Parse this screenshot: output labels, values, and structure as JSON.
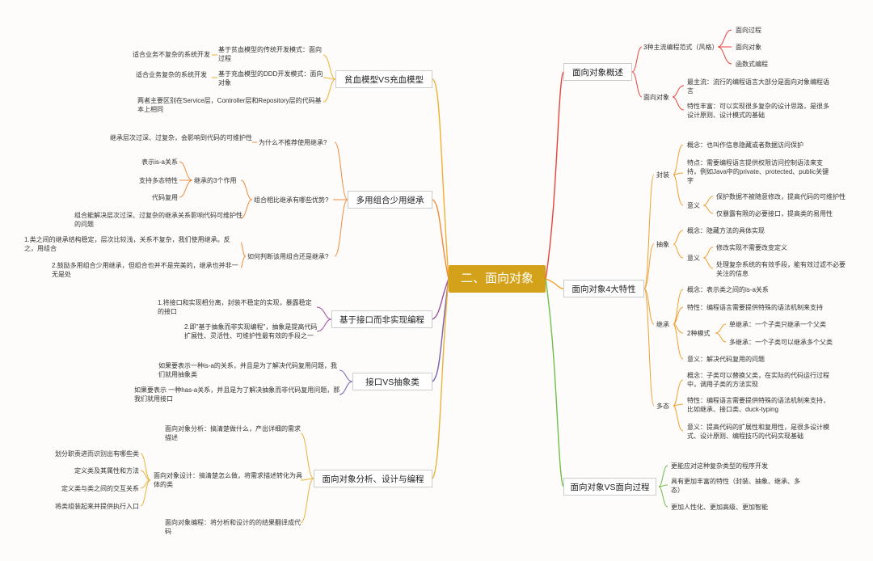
{
  "center": "二、面向对象",
  "left": {
    "anemic": {
      "title": "贫血模型VS充血模型",
      "traditional": "基于贫血模型的传统开发模式：面向过程",
      "traditional_fit": "适合业务不复杂的系统开发",
      "ddd": "基于充血模型的DDD开发模式：面向对象",
      "ddd_fit": "适合业务复杂的系统开发",
      "diff": "两者主要区别在Service层，Controller层和Repository层的代码基本上相同"
    },
    "composition": {
      "title": "多用组合少用继承",
      "why": "为什么不推荐使用继承?",
      "why_detail": "继承层次过深、过复杂，会影响到代码的可维护性",
      "advantage": "组合相比继承有哪些优势?",
      "three_roles": "继承的3个作用",
      "role1": "表示is-a关系",
      "role2": "支持多态特性",
      "role3": "代码复用",
      "combo": "组合能解决层次过深、过复杂的继承关系影响代码可维护性的问题",
      "judge": "如何判断该用组合还是继承?",
      "judge1": "1.类之间的继承结构稳定，层次比较浅，关系不复杂，我们使用继承。反之，用组合",
      "judge2": "2.鼓励多用组合少用继承，但组合也并不是完美的，继承也并非一无是处"
    },
    "interface_impl": {
      "title": "基于接口而非实现编程",
      "p1": "1.将接口和实现相分离，封装不稳定的实现，暴露稳定的接口",
      "p2": "2.即\"基于抽象而非实现编程\"，抽象是提高代码扩展性、灵活性、可维护性最有效的手段之一"
    },
    "interface_abstract": {
      "title": "接口VS抽象类",
      "p1": "如果要表示一种is-a的关系，并且是为了解决代码复用问题，我们就用抽象类",
      "p2": "如果要表示 一种has-a关系，并且是为了解决抽象而非代码复用问题，那我们就用接口"
    },
    "ooa": {
      "title": "面向对象分析、设计与编程",
      "analysis": "面向对象分析：搞清楚做什么，产出详细的需求描述",
      "design": "面向对象设计：搞清楚怎么做，将需求描述转化为具体的类",
      "d1": "划分职责进而识别出有哪些类",
      "d2": "定义类及其属性和方法",
      "d3": "定义类与类之间的交互关系",
      "d4": "将类组装起来并提供执行入口",
      "programming": "面向对象编程：将分析和设计的的结果翻译成代码"
    }
  },
  "right": {
    "overview": {
      "title": "面向对象概述",
      "paradigms": "3种主流编程范式（风格）",
      "pp": "面向过程",
      "oo": "面向对象",
      "fp": "函数式编程",
      "oo2": "面向对象",
      "mainstream": "最主流：流行的编程语言大部分是面向对象编程语言",
      "rich": "特性丰富：可以实现很多复杂的设计思路，是很多设计原则、设计模式的基础"
    },
    "features": {
      "title": "面向对象4大特性",
      "enc": "封装",
      "enc_concept": "概念：也叫作信息隐藏或者数据访问保护",
      "enc_trait": "特点：需要编程语言提供权限访问控制语法来支持，例如Java中的private、protected、public关键字",
      "enc_meaning": "意义",
      "enc_m1": "保护数据不被随意修改，提高代码的可维护性",
      "enc_m2": "仅暴露有限的必要接口，提高类的易用性",
      "abs": "抽象",
      "abs_concept": "概念：隐藏方法的具体实现",
      "abs_meaning": "意义",
      "abs_m1": "修改实现不需要改变定义",
      "abs_m2": "处理复杂系统的有效手段，能有效过滤不必要关注的信息",
      "inh": "继承",
      "inh_concept": "概念：表示类之间的is-a关系",
      "inh_trait": "特性：编程语言需要提供特殊的语法机制来支持",
      "inh_modes": "2种模式",
      "inh_single": "单继承：一个子类只继承一个父类",
      "inh_multi": "多继承：一个子类可以继承多个父类",
      "inh_meaning": "意义：解决代码复用的问题",
      "poly": "多态",
      "poly_concept": "概念：子类可以替换父类，在实际的代码运行过程中，调用子类的方法实现",
      "poly_trait": "特性：编程语言需要提供特殊的语法机制来支持，比如继承、接口类、duck-typing",
      "poly_meaning": "意义：提高代码的扩展性和复用性，是很多设计模式、设计原则、编程技巧的代码实现基础"
    },
    "vs": {
      "title": "面向对象VS面向过程",
      "v1": "更能应对这种复杂类型的程序开发",
      "v2": "具有更加丰富的特性（封装、抽象、继承、多态）",
      "v3": "更加人性化、更加高级、更加智能"
    }
  }
}
